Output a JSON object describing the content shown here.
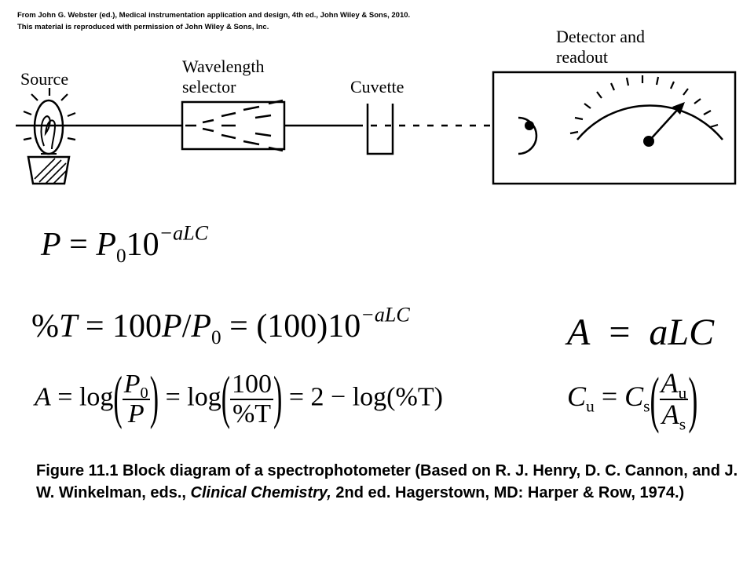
{
  "credit": "From John G. Webster (ed.), Medical instrumentation application and design, 4th ed., John Wiley & Sons, 2010. This material is reproduced with permission of John Wiley & Sons, Inc.",
  "labels": {
    "source": "Source",
    "wavelength_1": "Wavelength",
    "wavelength_2": "selector",
    "cuvette": "Cuvette",
    "detector_1": "Detector and",
    "detector_2": "readout"
  },
  "equations": {
    "eq1": {
      "lhs": "P",
      "eq": "=",
      "p0": "P",
      "p0_sub": "0",
      "ten": "10",
      "exp": "−aLC"
    },
    "eq2": {
      "pct": "%",
      "T": "T",
      "eq1": "=",
      "mid": "100",
      "P": "P",
      "slash": "/",
      "P0": "P",
      "P0_sub": "0",
      "eq2": "=",
      "paren": "(100)",
      "ten": "10",
      "exp": "−aLC"
    },
    "eq3": {
      "A": "A",
      "eq": "=",
      "rhs": "aLC"
    },
    "eq4": {
      "A": "A",
      "eq1": "=",
      "log1": "log",
      "num1": "P",
      "num1_sub": "0",
      "den1": "P",
      "eq2": "=",
      "log2": "log",
      "num2": "100",
      "den2": "%T",
      "eq3": "=",
      "tail": "2 − log(%T)"
    },
    "eq5": {
      "C": "C",
      "C_sub": "u",
      "eq": "=",
      "Cs": "C",
      "Cs_sub": "s",
      "num": "A",
      "num_sub": "u",
      "den": "A",
      "den_sub": "s"
    }
  },
  "caption": {
    "part1": "Figure 11.1   Block diagram of a spectrophotometer   (Based on R. J. Henry, D. C. Cannon, and J. W. Winkelman, eds., ",
    "italic": "Clinical Chemistry,",
    "part2": " 2nd ed. Hagerstown, MD: Harper & Row, 1974.)"
  }
}
